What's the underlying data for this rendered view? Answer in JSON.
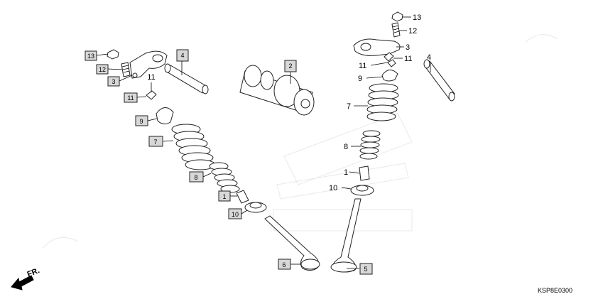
{
  "diagram_code": "KSP8E0300",
  "front_label": "FR.",
  "callouts": {
    "left": [
      {
        "id": "l13",
        "text": "13",
        "boxed": true
      },
      {
        "id": "l12",
        "text": "12",
        "boxed": true
      },
      {
        "id": "l3",
        "text": "3",
        "boxed": true
      },
      {
        "id": "l4",
        "text": "4",
        "boxed": true
      },
      {
        "id": "l11a",
        "text": "11",
        "boxed": false
      },
      {
        "id": "l11b",
        "text": "11",
        "boxed": true
      },
      {
        "id": "l9",
        "text": "9",
        "boxed": true
      },
      {
        "id": "l7",
        "text": "7",
        "boxed": true
      },
      {
        "id": "l8",
        "text": "8",
        "boxed": true
      },
      {
        "id": "l1",
        "text": "1",
        "boxed": true
      },
      {
        "id": "l10",
        "text": "10",
        "boxed": true
      },
      {
        "id": "l6",
        "text": "6",
        "boxed": true
      }
    ],
    "center": [
      {
        "id": "c2",
        "text": "2",
        "boxed": true
      }
    ],
    "right": [
      {
        "id": "r13",
        "text": "13",
        "boxed": false
      },
      {
        "id": "r12",
        "text": "12",
        "boxed": false
      },
      {
        "id": "r3",
        "text": "3",
        "boxed": false
      },
      {
        "id": "r11a",
        "text": "11",
        "boxed": false
      },
      {
        "id": "r11b",
        "text": "11",
        "boxed": false
      },
      {
        "id": "r4",
        "text": "4",
        "boxed": false
      },
      {
        "id": "r9",
        "text": "9",
        "boxed": false
      },
      {
        "id": "r7",
        "text": "7",
        "boxed": false
      },
      {
        "id": "r8",
        "text": "8",
        "boxed": false
      },
      {
        "id": "r1",
        "text": "1",
        "boxed": false
      },
      {
        "id": "r10",
        "text": "10",
        "boxed": false
      },
      {
        "id": "r5",
        "text": "5",
        "boxed": true
      }
    ]
  }
}
